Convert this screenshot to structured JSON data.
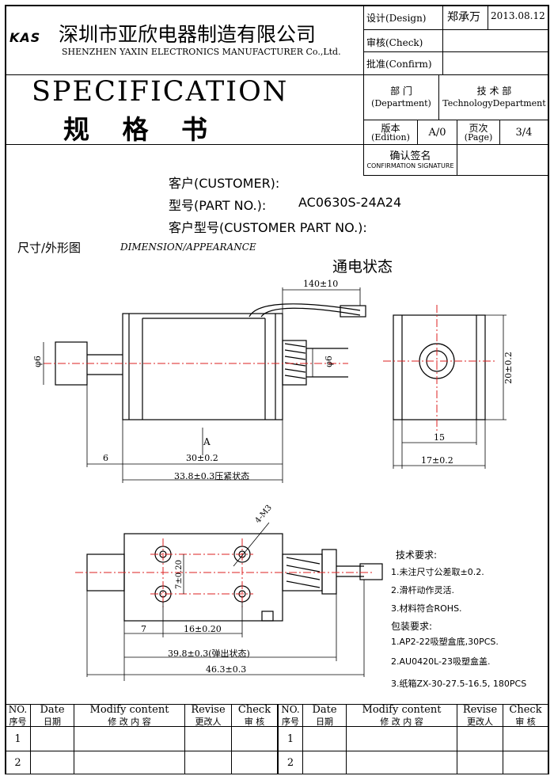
{
  "header": {
    "logo": "KAS",
    "company_cn": "深圳市亚欣电器制造有限公司",
    "company_en": "SHENZHEN YAXIN ELECTRONICS MANUFACTURER Co.,Ltd.",
    "title_en": "SPECIFICATION",
    "title_cn": "规 格 书",
    "design_label": "设计(Design)",
    "designer": "郑承万",
    "date": "2013.08.12",
    "check_label": "审核(Check)",
    "confirm_label": "批准(Confirm)",
    "dept_label_cn": "部 门",
    "dept_label_en": "(Department)",
    "dept_value_cn": "技 术 部",
    "dept_value_en": "TechnologyDepartment",
    "edition_label_cn": "版本",
    "edition_label_en": "(Edition)",
    "edition_value": "A/0",
    "page_label_cn": "页次",
    "page_label_en": "(Page)",
    "page_value": "3/4",
    "sign_label_cn": "确认签名",
    "sign_label_en": "CONFIRMATION SIGNATURE"
  },
  "customer": {
    "customer_label": "客户(CUSTOMER):",
    "part_label": "型号(PART NO.):",
    "part_value": "AC0630S-24A24",
    "customer_part_label": "客户型号(CUSTOMER PART NO.):"
  },
  "drawing": {
    "section_cn": "尺寸/外形图",
    "section_en": "DIMENSION/APPEARANCE",
    "state_label": "通电状态",
    "dim_140": "140±10",
    "dim_phi6_left": "φ6",
    "dim_phi6_right": "φ6",
    "dim_a": "A",
    "dim_6": "6",
    "dim_30": "30±0.2",
    "dim_338": "33.8±0.3压紧状态",
    "dim_20": "20±0.2",
    "dim_15": "15",
    "dim_17": "17±0.2",
    "dim_m3": "4-M3",
    "dim_7v": "7±0.20",
    "dim_7": "7",
    "dim_16": "16±0.20",
    "dim_398": "39.8±0.3(弹出状态)",
    "dim_463": "46.3±0.3"
  },
  "requirements": {
    "tech_title": "技术要求:",
    "tech_items": [
      "1.未注尺寸公差取±0.2.",
      "2.滑杆动作灵活.",
      "3.材料符合ROHS."
    ],
    "pack_title": "包装要求:",
    "pack_items": [
      "1.AP2-22吸塑盒底,30PCS.",
      "2.AU0420L-23吸塑盒盖.",
      "3.纸箱ZX-30-27.5-16.5, 180PCS"
    ]
  },
  "revision_table": {
    "headers_en": [
      "NO.",
      "Date",
      "Modify content",
      "Revise",
      "Check"
    ],
    "headers_cn": [
      "序号",
      "日期",
      "修 改 内 容",
      "更改人",
      "审 核"
    ],
    "rows": [
      "1",
      "2"
    ]
  }
}
